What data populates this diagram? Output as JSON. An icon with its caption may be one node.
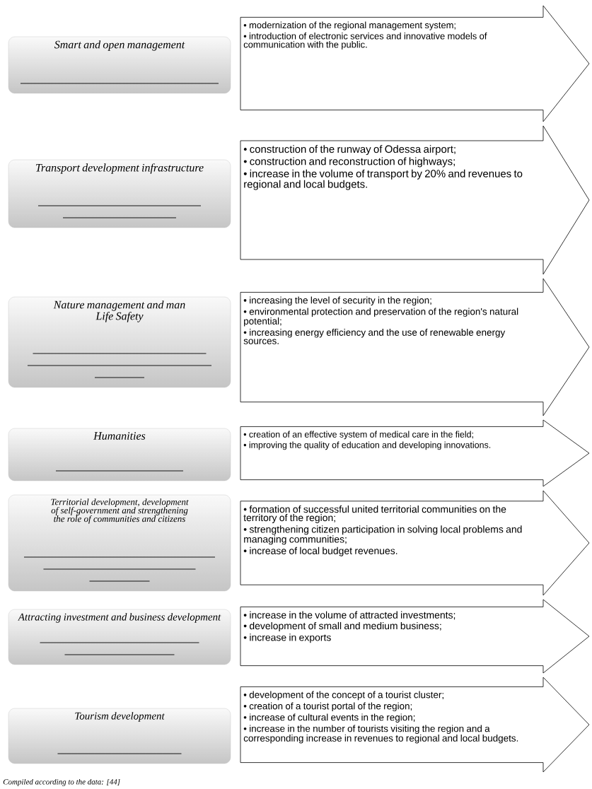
{
  "diagram": {
    "caption": "Compiled according to the data: [44]",
    "nodes": [
      {
        "text": [
          "Smart and open management"
        ]
      },
      {
        "text": [
          "• modernization of the regional management system;",
          "• introduction of electronic services and innovative models of communication with the public."
        ]
      },
      {
        "text": [
          "Transport development infrastructure"
        ]
      },
      {
        "text": [
          "• construction of the runway of Odessa airport;",
          "• construction and reconstruction of highways;",
          "• increase in the volume of transport by 20% and revenues to regional and local budgets."
        ]
      },
      {
        "text": [
          "Nature management and man",
          "Life Safety"
        ]
      },
      {
        "text": [
          "• increasing the level of security in the region;",
          "• environmental protection and preservation of the region's natural potential;",
          "• increasing energy efficiency and the use of renewable energy sources."
        ]
      },
      {
        "text": [
          "Humanities"
        ]
      },
      {
        "text": [
          "• creation of an effective system of medical care in the field;",
          "• improving the quality of education and developing innovations."
        ]
      },
      {
        "text": [
          "Territorial development, development of self-government and strengthening the role of communities and citizens"
        ]
      },
      {
        "text": [
          "• formation of successful united territorial communities on the territory of the region;",
          "• strengthening citizen participation in solving local problems and managing communities;",
          "• increase of local budget revenues."
        ]
      },
      {
        "text": [
          "Attracting investment and business development"
        ]
      },
      {
        "text": [
          "• increase in the volume of attracted investments;",
          "• development of small and medium business;",
          "• increase in exports"
        ]
      },
      {
        "text": [
          "Tourism development"
        ]
      },
      {
        "text": [
          "• development of the concept of a tourist cluster;",
          "• creation of a tourist portal of the region;",
          "• increase of cultural events in the region;",
          "• increase in the number of tourists visiting the region and a corresponding increase in revenues to regional and local budgets."
        ]
      }
    ]
  }
}
